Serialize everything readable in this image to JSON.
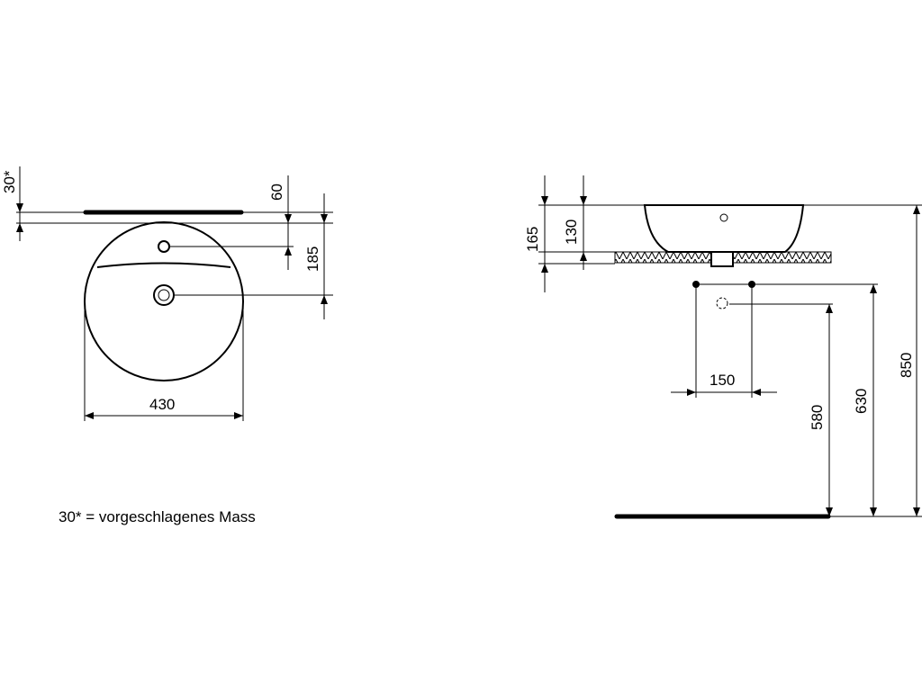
{
  "top_view": {
    "dim_edge_gap": "30*",
    "dim_tap_offset": "60",
    "dim_drain_offset": "185",
    "dim_width": "430"
  },
  "side_view": {
    "dim_total_height": "165",
    "dim_bowl_height": "130",
    "dim_pipe_spacing": "150",
    "dim_drain_height": "580",
    "dim_supply_height": "630",
    "dim_rim_height": "850"
  },
  "note": "30* = vorgeschlagenes Mass",
  "colors": {
    "line": "#000000",
    "background": "#ffffff"
  }
}
